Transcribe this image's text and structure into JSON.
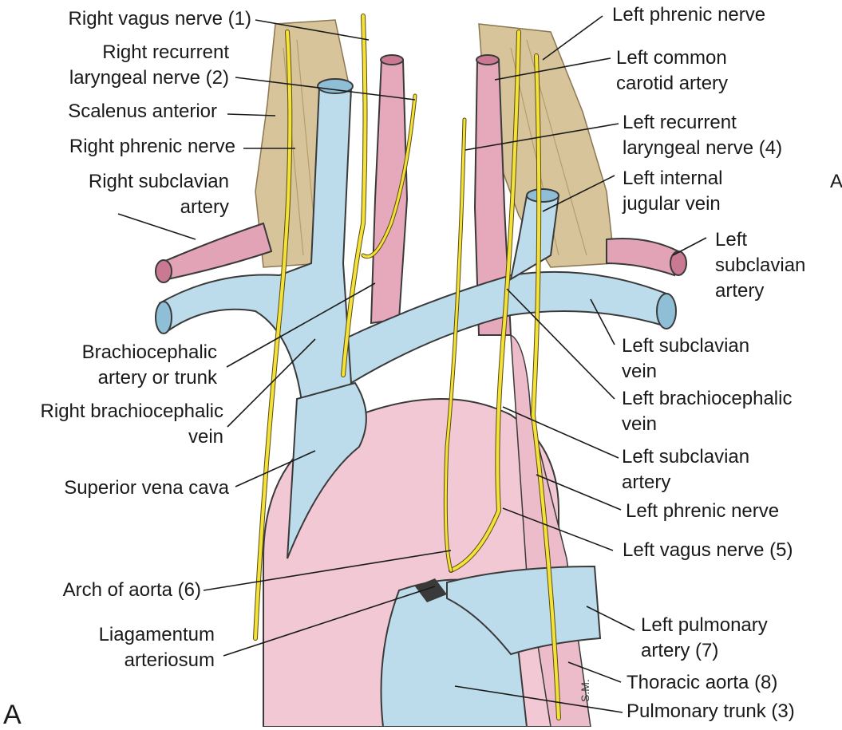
{
  "labels": {
    "right_vagus": "Right vagus nerve (1)",
    "right_recurrent_1": "Right recurrent",
    "right_recurrent_2": "laryngeal nerve (2)",
    "scalenus": "Scalenus anterior",
    "right_phrenic": "Right phrenic nerve",
    "right_subclavian_artery_1": "Right subclavian",
    "right_subclavian_artery_2": "artery",
    "brachiocephalic_1": "Brachiocephalic",
    "brachiocephalic_2": "artery or trunk",
    "right_brachiocephalic_vein_1": "Right brachiocephalic",
    "right_brachiocephalic_vein_2": "vein",
    "svc": "Superior vena cava",
    "arch": "Arch of aorta (6)",
    "ligamentum_1": "Liagamentum",
    "ligamentum_2": "arteriosum",
    "left_phrenic_top": "Left phrenic nerve",
    "left_common_carotid_1": "Left common",
    "left_common_carotid_2": "carotid artery",
    "left_recurrent_1": "Left recurrent",
    "left_recurrent_2": "laryngeal nerve (4)",
    "left_ijv_1": "Left internal",
    "left_ijv_2": "jugular vein",
    "left_subclavian_artery_top_1": "Left",
    "left_subclavian_artery_top_2": "subclavian",
    "left_subclavian_artery_top_3": "artery",
    "left_subclavian_vein_1": "Left subclavian",
    "left_subclavian_vein_2": "vein",
    "left_brachiocephalic_vein_1": "Left brachiocephalic",
    "left_brachiocephalic_vein_2": "vein",
    "left_subclavian_artery_mid_1": "Left subclavian",
    "left_subclavian_artery_mid_2": "artery",
    "left_phrenic_mid": "Left phrenic nerve",
    "left_vagus": "Left vagus nerve (5)",
    "left_pulmonary_1": "Left pulmonary",
    "left_pulmonary_2": "artery (7)",
    "thoracic_aorta": "Thoracic aorta (8)",
    "pulmonary_trunk": "Pulmonary trunk (3)",
    "figure_letter": "A",
    "panel_letter": "A",
    "signature": "S.M."
  },
  "colors": {
    "vein_blue": "#b9dcec",
    "vein_outline": "#3a3a3a",
    "artery_pink": "#e8b4c2",
    "artery_dark": "#d98ea4",
    "aorta_pink": "#f0c6d2",
    "nerve_yellow": "#f2e23a",
    "muscle_tan": "#d8c49a",
    "leader_line": "#1a1a1a"
  }
}
